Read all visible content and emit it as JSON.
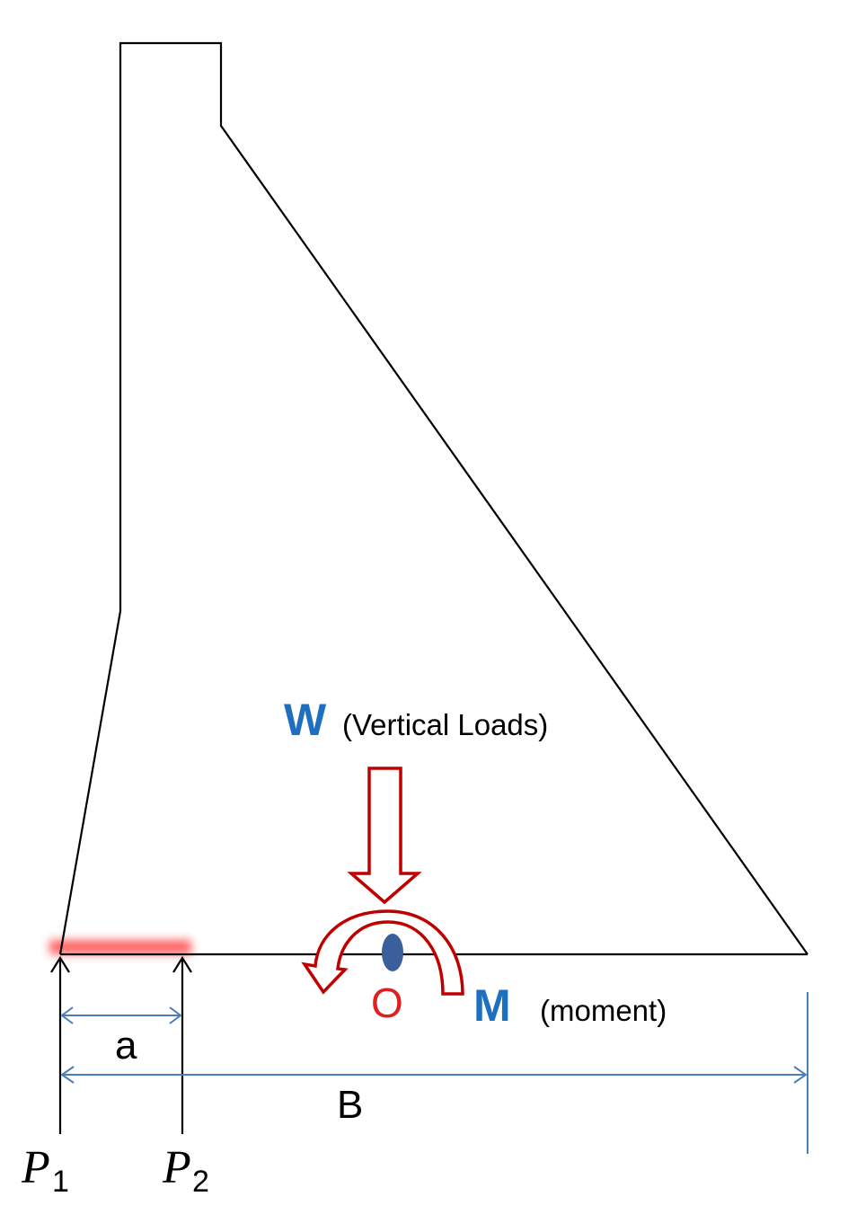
{
  "labels": {
    "w_symbol": "W",
    "w_desc": "(Vertical Loads)",
    "m_symbol": "M",
    "m_desc": "(moment)",
    "o_point": "O",
    "a_dim": "a",
    "b_dim": "B",
    "p1_letter": "P",
    "p1_sub": "1",
    "p2_letter": "P",
    "p2_sub": "2"
  },
  "colors": {
    "outline": "#000000",
    "load_arrow": "#c00000",
    "dimension": "#4a7ebb",
    "label_blue": "#1f6fc0",
    "center_point": "#3a5f9a",
    "origin_label": "#e02020",
    "highlight": "#ff3030"
  }
}
